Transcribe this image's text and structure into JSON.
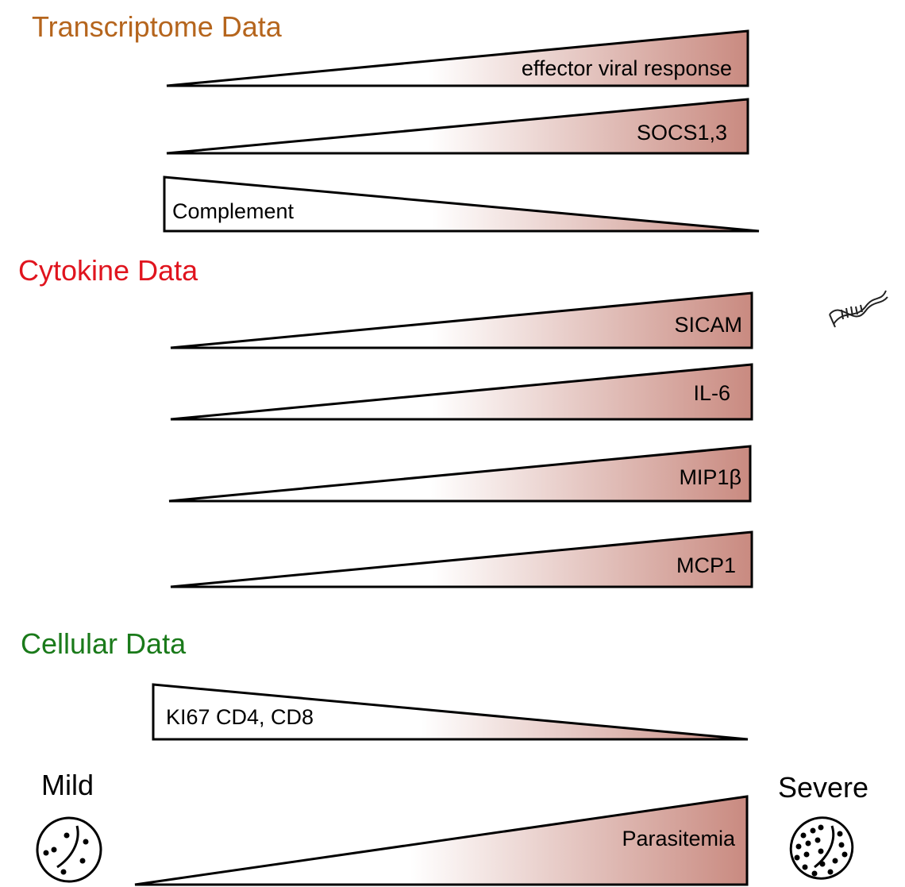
{
  "sections": [
    {
      "title": "Transcriptome Data",
      "color": "#b5651d"
    },
    {
      "title": "Cytokine Data",
      "color": "#e0141e"
    },
    {
      "title": "Cellular Data",
      "color": "#1a7a1a"
    }
  ],
  "wedges": [
    {
      "label": "effector viral response",
      "direction": "increasing"
    },
    {
      "label": "SOCS1,3",
      "direction": "increasing"
    },
    {
      "label": "Complement",
      "direction": "decreasing"
    },
    {
      "label": "SICAM",
      "direction": "increasing"
    },
    {
      "label": "IL-6",
      "direction": "increasing"
    },
    {
      "label": "MIP1β",
      "direction": "increasing"
    },
    {
      "label": "MCP1",
      "direction": "increasing"
    },
    {
      "label": "KI67 CD4, CD8",
      "direction": "decreasing"
    },
    {
      "label": "Parasitemia",
      "direction": "increasing"
    }
  ],
  "endpoints": {
    "mild": "Mild",
    "severe": "Severe"
  },
  "icons": {
    "dna": "dna-helix-icon",
    "mild_cell": "mild-infected-cell-icon",
    "severe_cell": "severe-infected-cell-icon"
  },
  "gradient_color": "#c98a80"
}
